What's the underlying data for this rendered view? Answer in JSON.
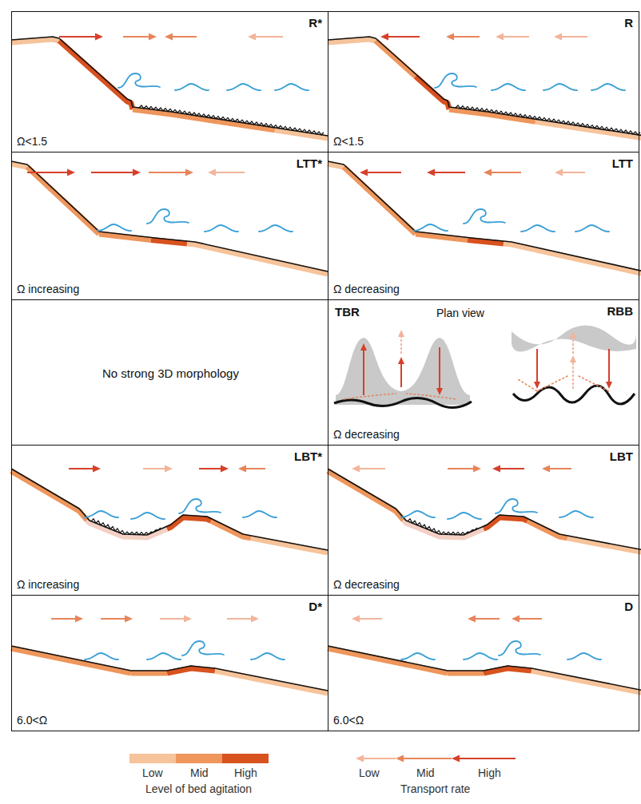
{
  "diagram": {
    "nodes": [
      {
        "text": [
          "R*",
          "Ω<1.5"
        ]
      },
      {
        "text": [
          "R",
          "Ω<1.5"
        ]
      },
      {
        "text": [
          "LTT*",
          "Ω increasing"
        ]
      },
      {
        "text": [
          "LTT",
          "Ω decreasing"
        ]
      },
      {
        "text": [
          "No strong 3D morphology"
        ]
      },
      {
        "text": [
          "TBR",
          "Plan view",
          "RBB",
          "Ω decreasing"
        ]
      },
      {
        "text": [
          "LBT*",
          "Ω increasing"
        ]
      },
      {
        "text": [
          "LBT",
          "Ω decreasing"
        ]
      },
      {
        "text": [
          "D*",
          "6.0<Ω"
        ]
      },
      {
        "text": [
          "D",
          "6.0<Ω"
        ]
      }
    ],
    "labels": [
      "Level of bed agitation",
      "Transport rate"
    ],
    "legend": [
      {
        "text": "Low",
        "color": "#f6c39a"
      },
      {
        "text": "Mid",
        "color": "#ee965c"
      },
      {
        "text": "High",
        "color": "#d8521f"
      },
      {
        "text": "Low"
      },
      {
        "text": "Mid"
      },
      {
        "text": "High"
      }
    ]
  }
}
